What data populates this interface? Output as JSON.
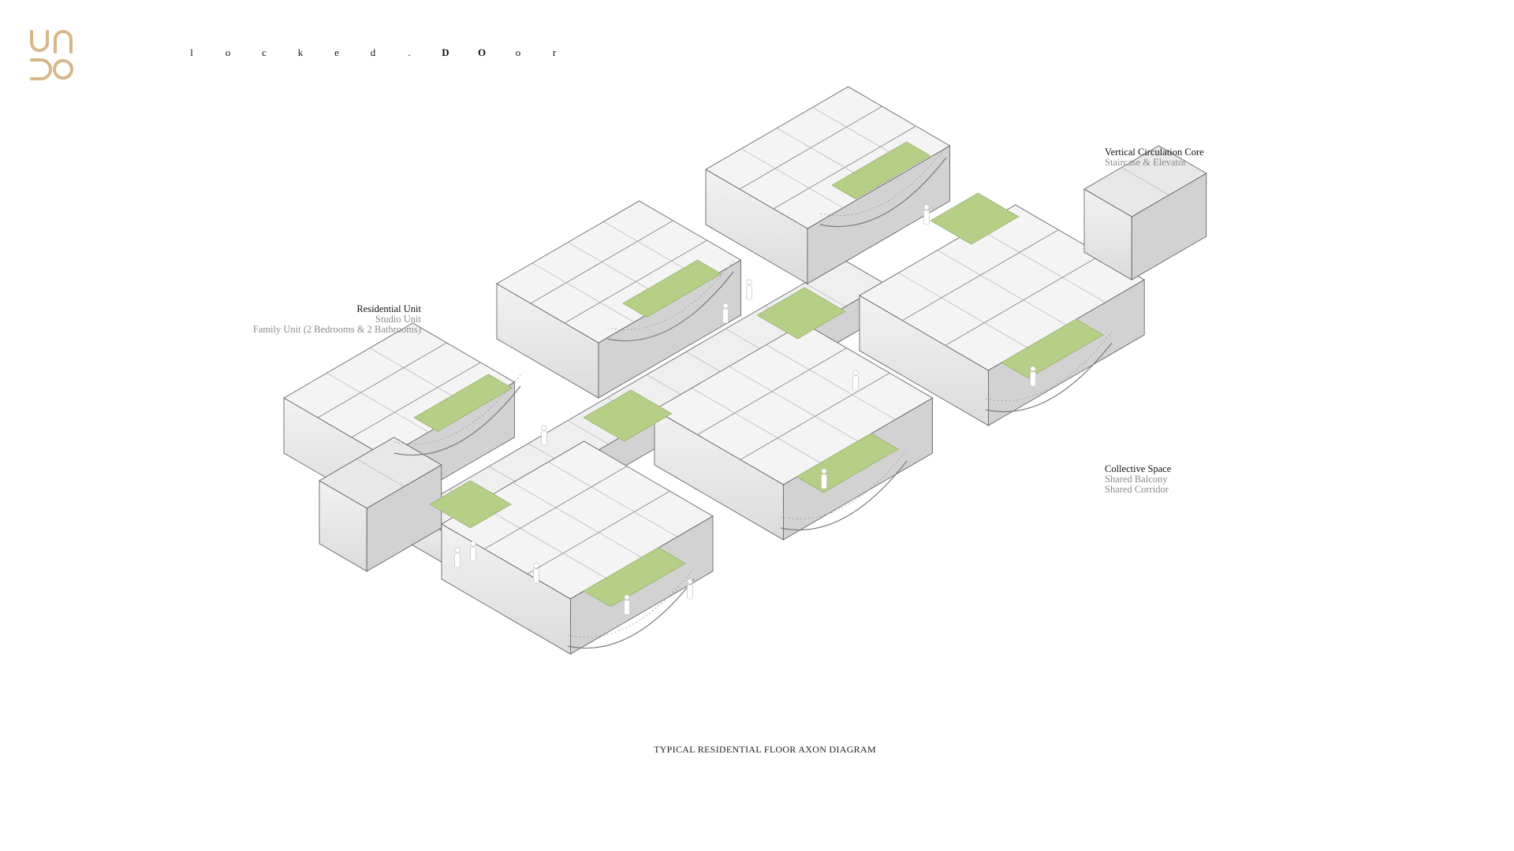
{
  "brand": {
    "wordmark_letters": [
      "U",
      "n",
      "l",
      "o",
      "c",
      "k",
      "e",
      "d",
      ".",
      "D",
      "O",
      "o",
      "r"
    ],
    "bold_letters": [
      0,
      9,
      10
    ],
    "logo_color": "#d8b68a"
  },
  "labels": {
    "residential": {
      "title": "Residential Unit",
      "line1": "Studio Unit",
      "line2": "Family Unit (2 Bedrooms & 2 Bathrooms)"
    },
    "circulation": {
      "title": "Vertical Circulation Core",
      "line1": "Staircase & Elevator"
    },
    "collective": {
      "title": "Collective Space",
      "line1": "Shared Balcony",
      "line2": "Shared Corridor"
    }
  },
  "caption": "TYPICAL RESIDENTIAL FLOOR AXON DIAGRAM",
  "colors": {
    "green": "#b6cf86",
    "wall_top": "#ffffff",
    "wall_side": "#e6e6e6",
    "floor": "#f4f4f4",
    "outline": "#5a5a5a"
  }
}
